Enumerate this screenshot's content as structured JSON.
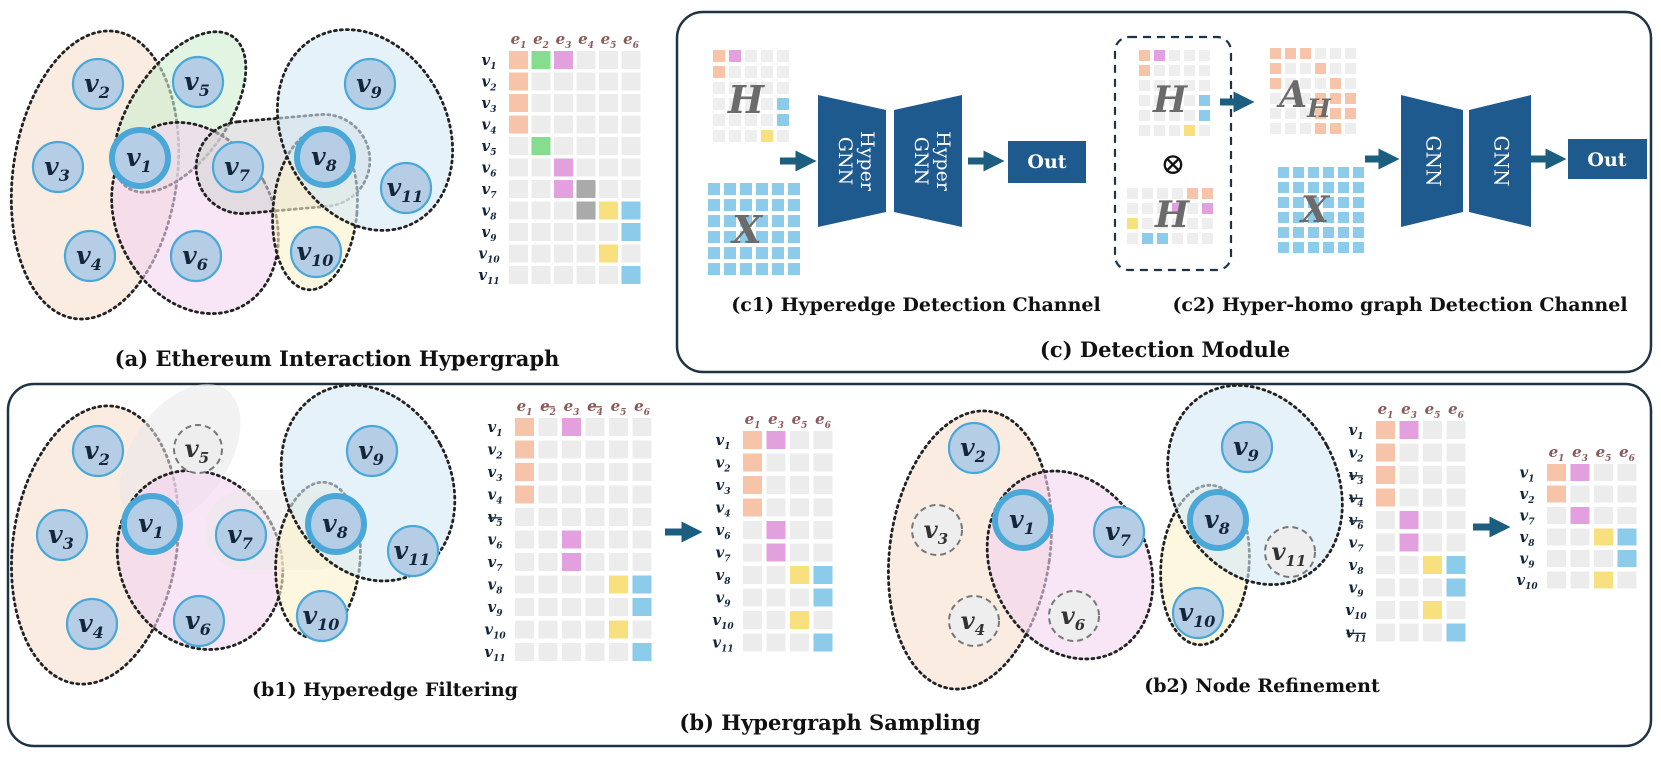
{
  "captions": {
    "a": "(a) Ethereum Interaction Hypergraph",
    "c": "(c) Detection Module",
    "c1": "(c1) Hyperedge Detection Channel",
    "c2": "(c2) Hyper-homo graph Detection Channel",
    "b": "(b) Hypergraph Sampling",
    "b1": "(b1) Hyperedge Filtering",
    "b2": "(b2) Node Refinement"
  },
  "colors": {
    "e1": "#f7c4aa",
    "e2": "#86dd8f",
    "e3": "#e3a0df",
    "e4": "#aaaaaa",
    "e5": "#f9e07e",
    "e6": "#8ccbe9",
    "empty": "#ececec",
    "dark": "#1f5a8e",
    "arrow": "#1b5e80",
    "nodeFill": "#b6cde6",
    "nodeStroke": "#4aa8d8",
    "border": "#1e3346"
  },
  "node_prefix": "v",
  "edge_prefix": "e",
  "matrices": {
    "a": {
      "cols": [
        "1",
        "2",
        "3",
        "4",
        "5",
        "6"
      ],
      "rows": [
        "1",
        "2",
        "3",
        "4",
        "5",
        "6",
        "7",
        "8",
        "9",
        "10",
        "11"
      ],
      "cells": [
        [
          1,
          2,
          3,
          0,
          0,
          0
        ],
        [
          1,
          0,
          0,
          0,
          0,
          0
        ],
        [
          1,
          0,
          0,
          0,
          0,
          0
        ],
        [
          1,
          0,
          0,
          0,
          0,
          0
        ],
        [
          0,
          2,
          0,
          0,
          0,
          0
        ],
        [
          0,
          0,
          3,
          0,
          0,
          0
        ],
        [
          0,
          0,
          3,
          4,
          0,
          0
        ],
        [
          0,
          0,
          0,
          4,
          5,
          6
        ],
        [
          0,
          0,
          0,
          0,
          0,
          6
        ],
        [
          0,
          0,
          0,
          0,
          5,
          0
        ],
        [
          0,
          0,
          0,
          0,
          0,
          6
        ]
      ]
    },
    "b1a": {
      "cols": [
        "1",
        "2",
        "3",
        "4",
        "5",
        "6"
      ],
      "struck_cols": [
        "2",
        "4"
      ],
      "rows": [
        "1",
        "2",
        "3",
        "4",
        "5",
        "6",
        "7",
        "8",
        "9",
        "10",
        "11"
      ],
      "struck_rows": [
        "5"
      ],
      "cells": [
        [
          1,
          0,
          3,
          0,
          0,
          0
        ],
        [
          1,
          0,
          0,
          0,
          0,
          0
        ],
        [
          1,
          0,
          0,
          0,
          0,
          0
        ],
        [
          1,
          0,
          0,
          0,
          0,
          0
        ],
        [
          0,
          0,
          0,
          0,
          0,
          0
        ],
        [
          0,
          0,
          3,
          0,
          0,
          0
        ],
        [
          0,
          0,
          3,
          0,
          0,
          0
        ],
        [
          0,
          0,
          0,
          0,
          5,
          6
        ],
        [
          0,
          0,
          0,
          0,
          0,
          6
        ],
        [
          0,
          0,
          0,
          0,
          5,
          0
        ],
        [
          0,
          0,
          0,
          0,
          0,
          6
        ]
      ]
    },
    "b1b": {
      "cols": [
        "1",
        "3",
        "5",
        "6"
      ],
      "rows": [
        "1",
        "2",
        "3",
        "4",
        "6",
        "7",
        "8",
        "9",
        "10",
        "11"
      ],
      "cells": [
        [
          1,
          3,
          0,
          0
        ],
        [
          1,
          0,
          0,
          0
        ],
        [
          1,
          0,
          0,
          0
        ],
        [
          1,
          0,
          0,
          0
        ],
        [
          0,
          3,
          0,
          0
        ],
        [
          0,
          3,
          0,
          0
        ],
        [
          0,
          0,
          5,
          6
        ],
        [
          0,
          0,
          0,
          6
        ],
        [
          0,
          0,
          5,
          0
        ],
        [
          0,
          0,
          0,
          6
        ]
      ]
    },
    "b2a": {
      "cols": [
        "1",
        "3",
        "5",
        "6"
      ],
      "rows": [
        "1",
        "2",
        "3",
        "4",
        "6",
        "7",
        "8",
        "9",
        "10",
        "11"
      ],
      "struck_rows": [
        "3",
        "4",
        "6",
        "11"
      ],
      "cells": [
        [
          1,
          3,
          0,
          0
        ],
        [
          1,
          0,
          0,
          0
        ],
        [
          1,
          0,
          0,
          0
        ],
        [
          1,
          0,
          0,
          0
        ],
        [
          0,
          3,
          0,
          0
        ],
        [
          0,
          3,
          0,
          0
        ],
        [
          0,
          0,
          5,
          6
        ],
        [
          0,
          0,
          0,
          6
        ],
        [
          0,
          0,
          5,
          0
        ],
        [
          0,
          0,
          0,
          6
        ]
      ]
    },
    "b2b": {
      "cols": [
        "1",
        "3",
        "5",
        "6"
      ],
      "rows": [
        "1",
        "2",
        "7",
        "8",
        "9",
        "10"
      ],
      "cells": [
        [
          1,
          3,
          0,
          0
        ],
        [
          1,
          0,
          0,
          0
        ],
        [
          0,
          3,
          0,
          0
        ],
        [
          0,
          0,
          5,
          6
        ],
        [
          0,
          0,
          0,
          6
        ],
        [
          0,
          0,
          5,
          0
        ]
      ]
    }
  },
  "detection": {
    "H_label": "H",
    "X_label": "X",
    "A_label": "A",
    "A_sub": "H",
    "otimes": "⊗",
    "hypergnn_label": [
      "Hyper",
      "GNN"
    ],
    "gnn_label": "GNN",
    "out_label": "Out"
  }
}
